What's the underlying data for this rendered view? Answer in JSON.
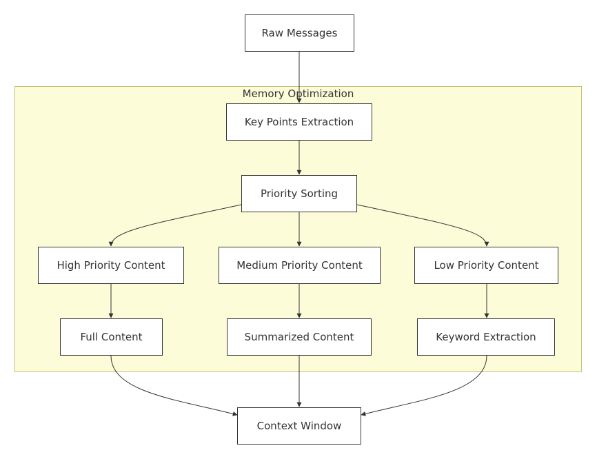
{
  "diagram": {
    "cluster": {
      "label": "Memory Optimization"
    },
    "nodes": {
      "raw_messages": "Raw Messages",
      "key_points": "Key Points Extraction",
      "priority_sorting": "Priority Sorting",
      "high_priority": "High Priority Content",
      "medium_priority": "Medium Priority Content",
      "low_priority": "Low Priority Content",
      "full_content": "Full Content",
      "summarized_content": "Summarized Content",
      "keyword_extraction": "Keyword Extraction",
      "context_window": "Context Window"
    },
    "colors": {
      "cluster_fill": "#fcfcd9",
      "cluster_border": "#c4c27a",
      "node_border": "#333333",
      "edge": "#333333"
    }
  }
}
